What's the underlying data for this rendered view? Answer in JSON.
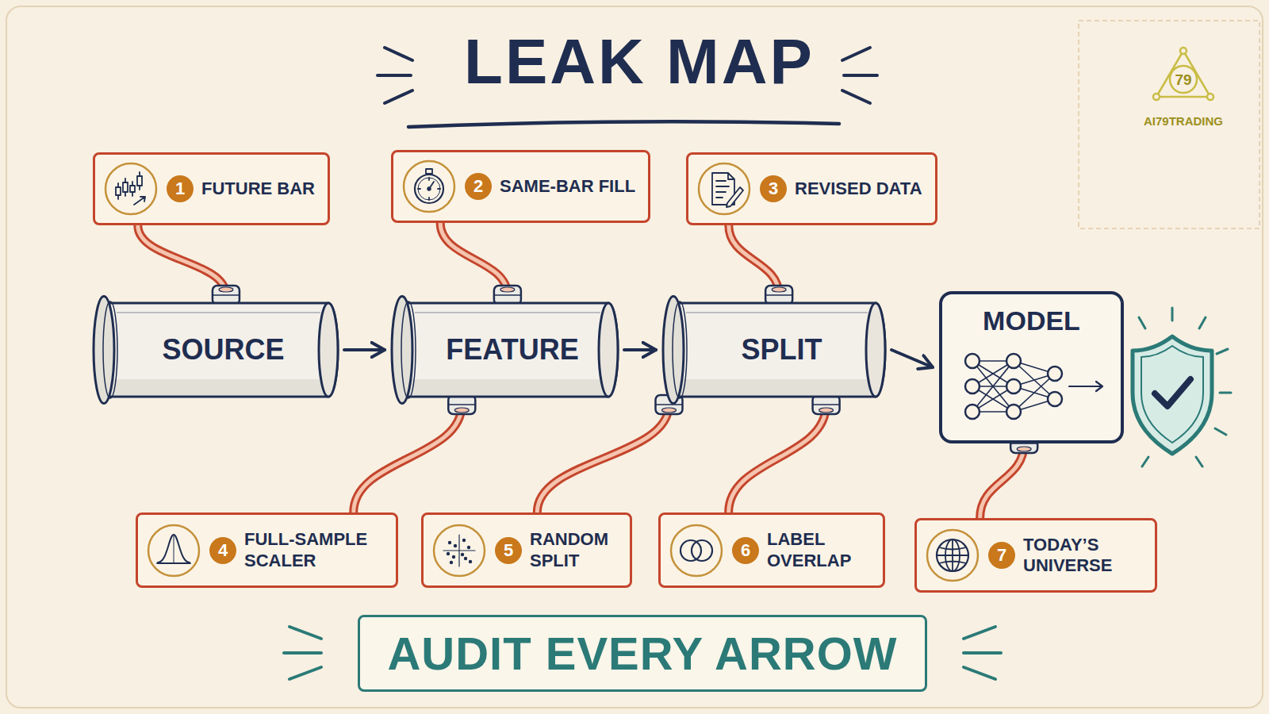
{
  "diagram": {
    "title": "LEAK MAP",
    "caption": "AUDIT EVERY ARROW",
    "nodes": [
      {
        "text": [
          "1",
          "FUTURE BAR"
        ]
      },
      {
        "text": [
          "2",
          "SAME-BAR FILL"
        ]
      },
      {
        "text": [
          "3",
          "REVISED DATA"
        ]
      },
      {
        "text": [
          "SOURCE"
        ]
      },
      {
        "text": [
          "FEATURE"
        ]
      },
      {
        "text": [
          "SPLIT"
        ]
      },
      {
        "text": [
          "MODEL"
        ]
      },
      {
        "text": [
          "4",
          "FULL-SAMPLE SCALER"
        ]
      },
      {
        "text": [
          "5",
          "RANDOM SPLIT"
        ]
      },
      {
        "text": [
          "6",
          "LABEL OVERLAP"
        ]
      },
      {
        "text": [
          "7",
          "TODAY’S UNIVERSE"
        ]
      }
    ],
    "edges": [
      {
        "from": 0,
        "to": 3,
        "arrow": "none"
      },
      {
        "from": 1,
        "to": 4,
        "arrow": "none"
      },
      {
        "from": 2,
        "to": 5,
        "arrow": "none"
      },
      {
        "from": 3,
        "to": 4,
        "arrow": "to"
      },
      {
        "from": 4,
        "to": 5,
        "arrow": "to"
      },
      {
        "from": 5,
        "to": 6,
        "arrow": "to"
      },
      {
        "from": 7,
        "to": 4,
        "arrow": "none"
      },
      {
        "from": 8,
        "to": 5,
        "arrow": "none"
      },
      {
        "from": 9,
        "to": 5,
        "arrow": "none"
      },
      {
        "from": 10,
        "to": 6,
        "arrow": "none"
      }
    ],
    "labels": [
      "79",
      "AI79TRADING"
    ]
  }
}
